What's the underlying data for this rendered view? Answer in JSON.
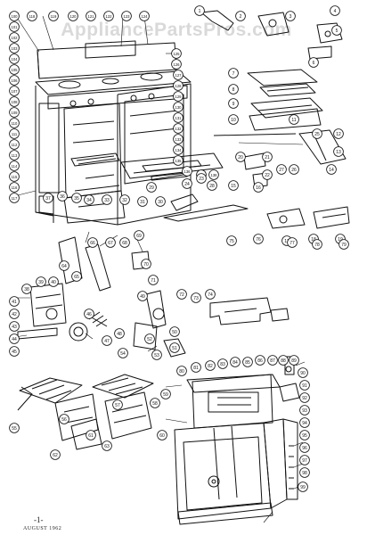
{
  "watermark": "AppliancePartsPros.com",
  "footer": {
    "page_number": "-1-",
    "date": "AUGUST 1962"
  },
  "callouts": [
    {
      "id": "c1",
      "label": "100"
    },
    {
      "id": "c2",
      "label": "101"
    },
    {
      "id": "c3",
      "label": "102"
    },
    {
      "id": "c4",
      "label": "103"
    },
    {
      "id": "c5",
      "label": "104"
    },
    {
      "id": "c6",
      "label": "105"
    },
    {
      "id": "c7",
      "label": "106"
    },
    {
      "id": "c8",
      "label": "107"
    },
    {
      "id": "c9",
      "label": "108"
    },
    {
      "id": "c10",
      "label": "109"
    },
    {
      "id": "c11",
      "label": "110"
    },
    {
      "id": "c12",
      "label": "111"
    },
    {
      "id": "c13",
      "label": "112"
    },
    {
      "id": "c14",
      "label": "113"
    },
    {
      "id": "c15",
      "label": "114"
    },
    {
      "id": "c16",
      "label": "115"
    },
    {
      "id": "c17",
      "label": "116"
    },
    {
      "id": "c18",
      "label": "117"
    },
    {
      "id": "c19",
      "label": "118"
    },
    {
      "id": "c20",
      "label": "119"
    },
    {
      "id": "c21",
      "label": "120"
    },
    {
      "id": "c22",
      "label": "121"
    },
    {
      "id": "c23",
      "label": "122"
    },
    {
      "id": "c24",
      "label": "123"
    },
    {
      "id": "c25",
      "label": "124"
    },
    {
      "id": "c26",
      "label": "125"
    },
    {
      "id": "c27",
      "label": "126"
    },
    {
      "id": "c28",
      "label": "127"
    },
    {
      "id": "c29",
      "label": "128"
    },
    {
      "id": "c30",
      "label": "129"
    },
    {
      "id": "c31",
      "label": "130"
    },
    {
      "id": "c32",
      "label": "131"
    },
    {
      "id": "c33",
      "label": "132"
    },
    {
      "id": "c34",
      "label": "133"
    },
    {
      "id": "c35",
      "label": "134"
    },
    {
      "id": "c36",
      "label": "135"
    },
    {
      "id": "c37",
      "label": "136"
    },
    {
      "id": "c38",
      "label": "137"
    },
    {
      "id": "c39",
      "label": "138"
    },
    {
      "id": "c40",
      "label": "1"
    },
    {
      "id": "c41",
      "label": "2"
    },
    {
      "id": "c42",
      "label": "3"
    },
    {
      "id": "c43",
      "label": "4"
    },
    {
      "id": "c44",
      "label": "5"
    },
    {
      "id": "c45",
      "label": "6"
    },
    {
      "id": "c46",
      "label": "7"
    },
    {
      "id": "c47",
      "label": "8"
    },
    {
      "id": "c48",
      "label": "9"
    },
    {
      "id": "c49",
      "label": "10"
    },
    {
      "id": "c50",
      "label": "11"
    },
    {
      "id": "c51",
      "label": "12"
    },
    {
      "id": "c52",
      "label": "13"
    },
    {
      "id": "c53",
      "label": "14"
    },
    {
      "id": "c54",
      "label": "15"
    },
    {
      "id": "c55",
      "label": "16"
    },
    {
      "id": "c56",
      "label": "17"
    },
    {
      "id": "c57",
      "label": "18"
    },
    {
      "id": "c58",
      "label": "19"
    },
    {
      "id": "c59",
      "label": "20"
    },
    {
      "id": "c60",
      "label": "21"
    },
    {
      "id": "c61",
      "label": "22"
    },
    {
      "id": "c62",
      "label": "23"
    },
    {
      "id": "c63",
      "label": "24"
    },
    {
      "id": "c64",
      "label": "25"
    },
    {
      "id": "c65",
      "label": "26"
    },
    {
      "id": "c66",
      "label": "27"
    },
    {
      "id": "c67",
      "label": "28"
    },
    {
      "id": "c68",
      "label": "29"
    },
    {
      "id": "c69",
      "label": "30"
    },
    {
      "id": "c70",
      "label": "31"
    },
    {
      "id": "c71",
      "label": "32"
    },
    {
      "id": "c72",
      "label": "33"
    },
    {
      "id": "c73",
      "label": "34"
    },
    {
      "id": "c74",
      "label": "35"
    },
    {
      "id": "c75",
      "label": "36"
    },
    {
      "id": "c76",
      "label": "37"
    },
    {
      "id": "c77",
      "label": "38"
    },
    {
      "id": "c78",
      "label": "39"
    },
    {
      "id": "c79",
      "label": "40"
    },
    {
      "id": "c80",
      "label": "41"
    },
    {
      "id": "c81",
      "label": "42"
    },
    {
      "id": "c82",
      "label": "43"
    },
    {
      "id": "c83",
      "label": "44"
    },
    {
      "id": "c84",
      "label": "45"
    },
    {
      "id": "c85",
      "label": "46"
    },
    {
      "id": "c86",
      "label": "47"
    },
    {
      "id": "c87",
      "label": "48"
    },
    {
      "id": "c88",
      "label": "49"
    },
    {
      "id": "c89",
      "label": "50"
    },
    {
      "id": "c90",
      "label": "51"
    },
    {
      "id": "c91",
      "label": "52"
    },
    {
      "id": "c92",
      "label": "53"
    },
    {
      "id": "c93",
      "label": "54"
    },
    {
      "id": "c94",
      "label": "55"
    },
    {
      "id": "c95",
      "label": "56"
    },
    {
      "id": "c96",
      "label": "57"
    },
    {
      "id": "c97",
      "label": "58"
    },
    {
      "id": "c98",
      "label": "59"
    },
    {
      "id": "c99",
      "label": "60"
    },
    {
      "id": "c100",
      "label": "61"
    },
    {
      "id": "c101",
      "label": "62"
    },
    {
      "id": "c102",
      "label": "63"
    },
    {
      "id": "c103",
      "label": "64"
    },
    {
      "id": "c104",
      "label": "65"
    },
    {
      "id": "c105",
      "label": "66"
    },
    {
      "id": "c106",
      "label": "67"
    },
    {
      "id": "c107",
      "label": "68"
    },
    {
      "id": "c108",
      "label": "69"
    },
    {
      "id": "c109",
      "label": "70"
    },
    {
      "id": "c110",
      "label": "71"
    },
    {
      "id": "c111",
      "label": "72"
    },
    {
      "id": "c112",
      "label": "73"
    },
    {
      "id": "c113",
      "label": "74"
    },
    {
      "id": "c114",
      "label": "75"
    },
    {
      "id": "c115",
      "label": "76"
    },
    {
      "id": "c116",
      "label": "77"
    },
    {
      "id": "c117",
      "label": "78"
    },
    {
      "id": "c118",
      "label": "79"
    },
    {
      "id": "c119",
      "label": "80"
    },
    {
      "id": "c120",
      "label": "81"
    },
    {
      "id": "c121",
      "label": "82"
    },
    {
      "id": "c122",
      "label": "83"
    },
    {
      "id": "c123",
      "label": "84"
    },
    {
      "id": "c124",
      "label": "85"
    },
    {
      "id": "c125",
      "label": "86"
    },
    {
      "id": "c126",
      "label": "87"
    },
    {
      "id": "c127",
      "label": "88"
    },
    {
      "id": "c128",
      "label": "89"
    },
    {
      "id": "c129",
      "label": "90"
    },
    {
      "id": "c130",
      "label": "91"
    },
    {
      "id": "c131",
      "label": "92"
    },
    {
      "id": "c132",
      "label": "93"
    },
    {
      "id": "c133",
      "label": "94"
    },
    {
      "id": "c134",
      "label": "95"
    },
    {
      "id": "c135",
      "label": "96"
    },
    {
      "id": "c136",
      "label": "97"
    },
    {
      "id": "c137",
      "label": "98"
    },
    {
      "id": "c138",
      "label": "99"
    }
  ]
}
